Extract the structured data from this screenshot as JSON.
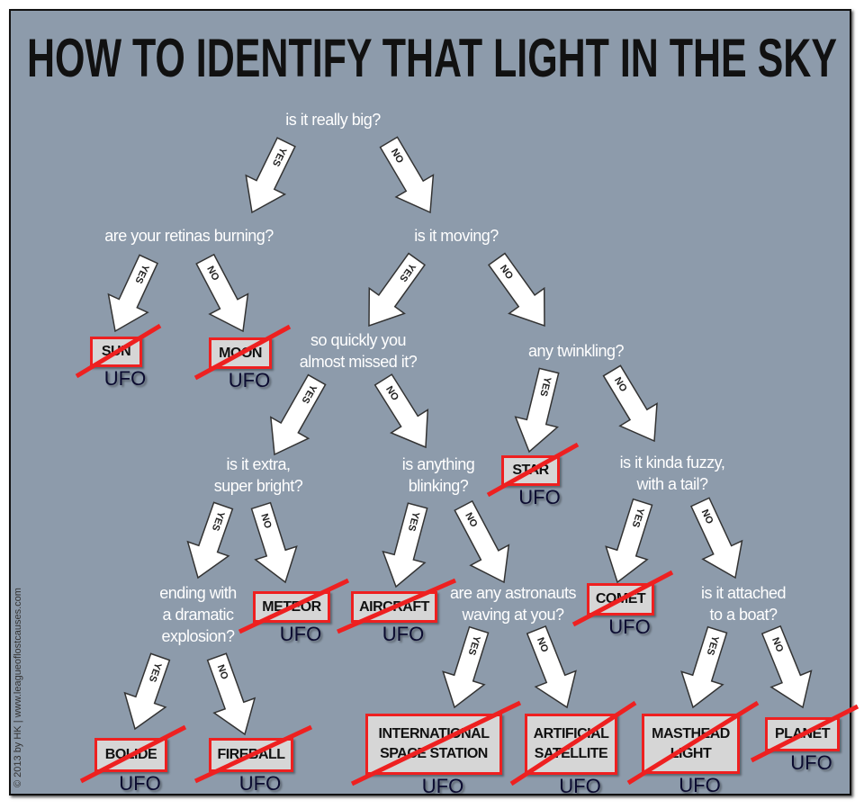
{
  "title": "HOW TO IDENTIFY THAT LIGHT IN THE SKY",
  "credit": "© 2013 by HK  |  www.leagueoflostcauses.com",
  "questions": [
    "is it really big?",
    "are your retinas burning?",
    "is it moving?",
    "so quickly you\nalmost missed it?",
    "any twinkling?",
    "is it extra,\nsuper bright?",
    "is anything\nblinking?",
    "is it kinda fuzzy,\nwith a tail?",
    "ending with\na dramatic\nexplosion?",
    "are any astronauts\nwaving at you?",
    "is it attached\nto a boat?"
  ],
  "answers": [
    {
      "label": "SUN",
      "replacement": "UFO"
    },
    {
      "label": "MOON",
      "replacement": "UFO"
    },
    {
      "label": "STAR",
      "replacement": "UFO"
    },
    {
      "label": "METEOR",
      "replacement": "UFO"
    },
    {
      "label": "AIRCRAFT",
      "replacement": "UFO"
    },
    {
      "label": "COMET",
      "replacement": "UFO"
    },
    {
      "label": "BOLIDE",
      "replacement": "UFO"
    },
    {
      "label": "FIREBALL",
      "replacement": "UFO"
    },
    {
      "label": "INTERNATIONAL\nSPACE STATION",
      "replacement": "UFO"
    },
    {
      "label": "ARTIFICIAL\nSATELLITE",
      "replacement": "UFO"
    },
    {
      "label": "MASTHEAD\nLIGHT",
      "replacement": "UFO"
    },
    {
      "label": "PLANET",
      "replacement": "UFO"
    }
  ],
  "arrow_labels": {
    "yes": "YES",
    "no": "NO"
  },
  "colors": {
    "background": "#8d9bab",
    "strike": "#ee2020",
    "box": "#d6d6d6"
  }
}
